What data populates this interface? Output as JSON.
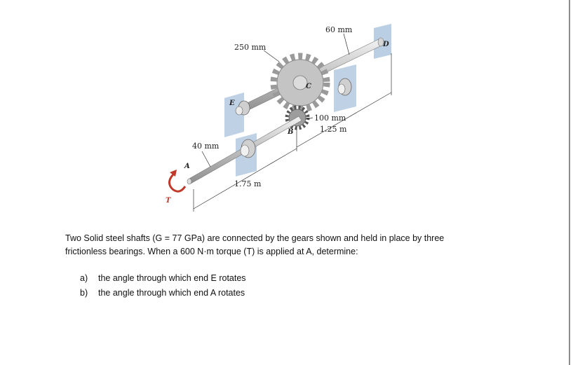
{
  "figure": {
    "dims": {
      "d_60": "60 mm",
      "d_250": "250 mm",
      "d_100": "100 mm",
      "l_125": "1.25 m",
      "d_40": "40 mm",
      "l_175": "1.75 m"
    },
    "points": {
      "A": "A",
      "B": "B",
      "C": "C",
      "D": "D",
      "E": "E",
      "T": "T"
    }
  },
  "problem": {
    "line1": "Two Solid steel shafts (G = 77 GPa) are connected by the gears shown and held in place by three",
    "line2": "frictionless bearings. When a 600 N·m torque (T) is applied at A, determine:"
  },
  "questions": [
    {
      "marker": "a)",
      "text": "the angle through which end E rotates"
    },
    {
      "marker": "b)",
      "text": "the angle through which end A rotates"
    }
  ],
  "colors": {
    "shaft": "#c9c9c9",
    "bearing_bg": "#a9c3dc",
    "gear": "#bdbdbd",
    "torque": "#c0392b"
  }
}
